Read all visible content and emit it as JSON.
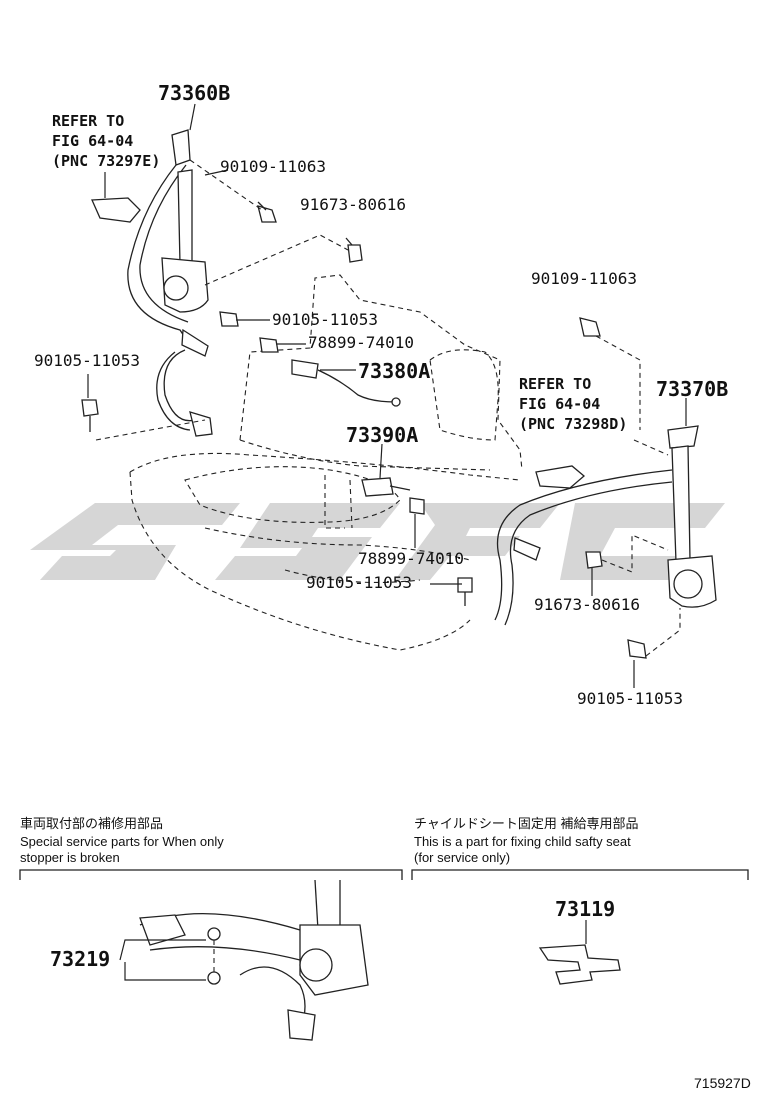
{
  "labels": {
    "p73360b": "73360B",
    "p90109_left": "90109-11063",
    "p91673_left": "91673-80616",
    "p90105_a": "90105-11053",
    "p78899_a": "78899-74010",
    "p73380a": "73380A",
    "p73390a": "73390A",
    "p90105_leftanchor": "90105-11053",
    "p78899_b": "78899-74010",
    "p90105_center": "90105-11053",
    "p90109_right": "90109-11063",
    "p73370b": "73370B",
    "p91673_right": "91673-80616",
    "p90105_right": "90105-11053",
    "p73219": "73219",
    "p73119": "73119"
  },
  "refer_left": {
    "line1": "REFER TO",
    "line2": "FIG 64-04",
    "line3": "(PNC 73297E)"
  },
  "refer_right": {
    "line1": "REFER TO",
    "line2": "FIG 64-04",
    "line3": "(PNC 73298D)"
  },
  "notes": {
    "left_jp": "車両取付部の補修用部品",
    "left_en1": "Special service parts for When only",
    "left_en2": "stopper is broken",
    "right_jp": "チャイルドシート固定用 補給専用部品",
    "right_en1": "This is a part for fixing child safty seat",
    "right_en2": "(for service only)"
  },
  "diagram_code": "715927D",
  "colors": {
    "ink": "#222222",
    "watermark": "#c9c9c9"
  }
}
